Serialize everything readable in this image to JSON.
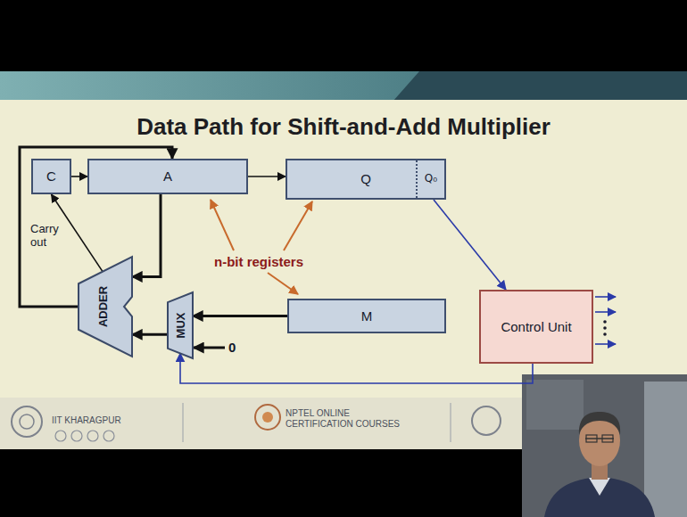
{
  "diagram": {
    "title": "Data Path for Shift-and-Add Multiplier",
    "nodes": [
      {
        "text": [
          "C"
        ]
      },
      {
        "text": [
          "A"
        ]
      },
      {
        "text": [
          "Q",
          "Q₀"
        ]
      },
      {
        "text": [
          "M"
        ]
      },
      {
        "text": [
          "ADDER"
        ]
      },
      {
        "text": [
          "MUX"
        ]
      },
      {
        "text": [
          "Control Unit"
        ]
      }
    ],
    "edges": [
      {
        "from": 0,
        "to": 1,
        "arrow": "to"
      },
      {
        "from": 1,
        "to": 2,
        "arrow": "to"
      },
      {
        "from": 1,
        "to": 4,
        "arrow": "to"
      },
      {
        "from": 4,
        "to": 1,
        "arrow": "to"
      },
      {
        "from": 4,
        "to": 0,
        "arrow": "to",
        "label": "Carry out"
      },
      {
        "from": 3,
        "to": 5,
        "arrow": "to"
      },
      {
        "from": 5,
        "to": 4,
        "arrow": "to"
      },
      {
        "from": 2,
        "to": 6,
        "arrow": "to"
      },
      {
        "from": 6,
        "to": 5,
        "arrow": "to"
      }
    ],
    "labels": [
      "n-bit registers",
      "0",
      "IIT KHARAGPUR",
      "NPTEL ONLINE CERTIFICATION COURSES"
    ]
  }
}
